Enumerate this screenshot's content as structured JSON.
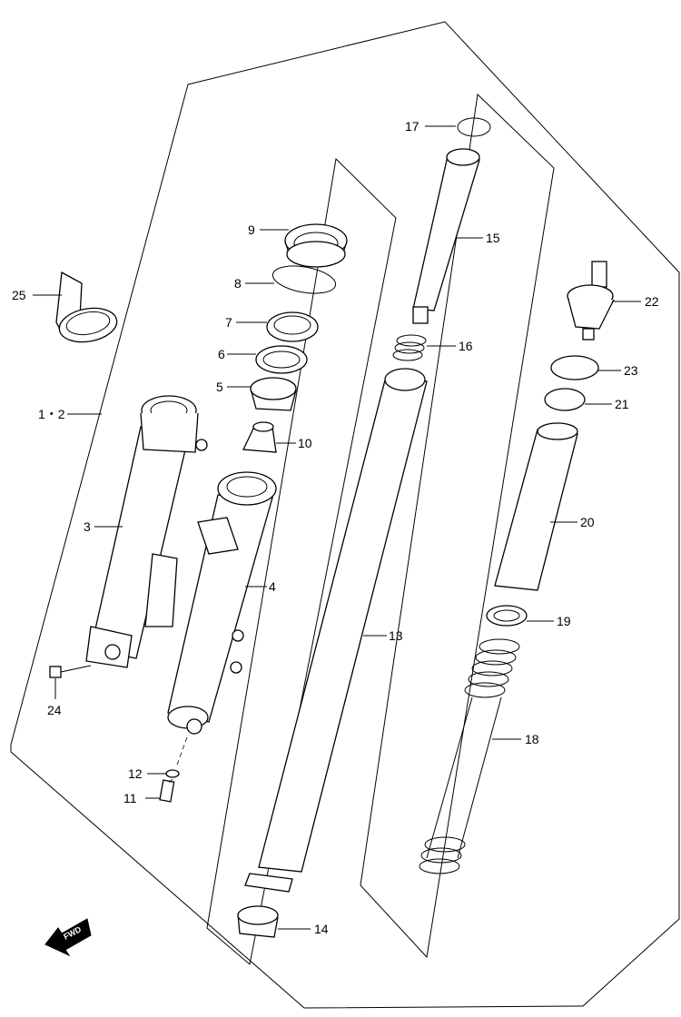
{
  "labels": {
    "l1_2": "1・2",
    "l3": "3",
    "l4": "4",
    "l5": "5",
    "l6": "6",
    "l7": "7",
    "l8": "8",
    "l9": "9",
    "l10": "10",
    "l11": "11",
    "l12": "12",
    "l13": "13",
    "l14": "14",
    "l15": "15",
    "l16": "16",
    "l17": "17",
    "l18": "18",
    "l19": "19",
    "l20": "20",
    "l21": "21",
    "l22": "22",
    "l23": "23",
    "l24": "24",
    "l25": "25"
  },
  "fwd_badge": "FWD"
}
